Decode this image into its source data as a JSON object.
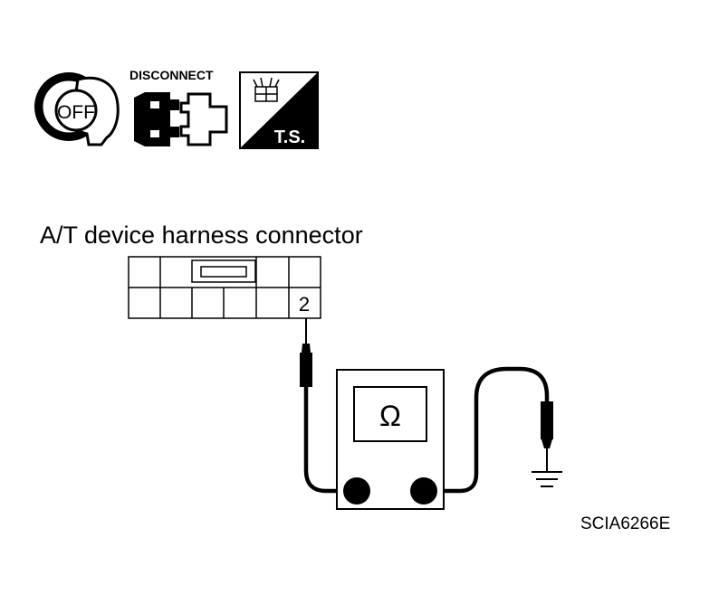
{
  "icons": {
    "ignition_key": {
      "icon": "ignition-key-off-icon",
      "text": "OFF"
    },
    "disconnect": {
      "icon": "connector-disconnect-icon",
      "text": "DISCONNECT"
    },
    "tools": {
      "icon": "special-service-tool-icon",
      "text": "T.S."
    }
  },
  "diagram": {
    "connector_label": "A/T device harness connector",
    "terminal_number": "2",
    "meter_symbol": "Ω",
    "figure_code": "SCIA6266E"
  }
}
